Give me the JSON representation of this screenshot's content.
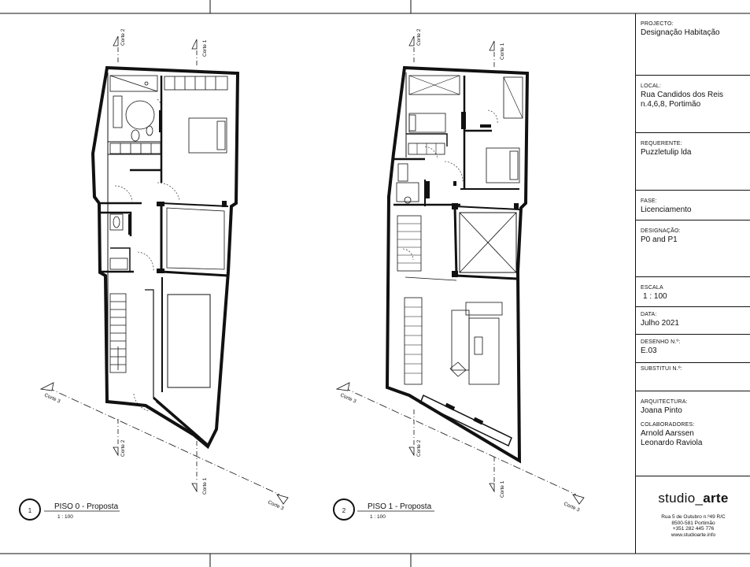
{
  "plans": [
    {
      "number": "1",
      "title": "PISO 0 - Proposta",
      "scale": "1 : 100"
    },
    {
      "number": "2",
      "title": "PISO 1 - Proposta",
      "scale": "1 : 100"
    }
  ],
  "section_markers": {
    "corte1": "Corte 1",
    "corte2": "Corte 2",
    "corte3": "Corte 3"
  },
  "title_block": {
    "projecto_label": "PROJECTO:",
    "projecto_value": "Designação Habitação",
    "local_label": "LOCAL:",
    "local_value": "Rua Candidos dos Reis\nn.4,6,8, Portimão",
    "requerente_label": "REQUERENTE:",
    "requerente_value": "Puzzletulip lda",
    "fase_label": "FASE:",
    "fase_value": "Licenciamento",
    "designacao_label": "DESIGNAÇÃO:",
    "designacao_value": "P0 and P1",
    "escala_label": "ESCALA",
    "escala_value": "1 : 100",
    "data_label": "DATA:",
    "data_value": "Julho 2021",
    "desenho_label": "DESENHO N.º:",
    "desenho_value": "E.03",
    "substitui_label": "SUBSTITUI N.º:",
    "substitui_value": "",
    "arquitectura_label": "ARQUITECTURA:",
    "arquitectura_value": "Joana Pinto",
    "colaboradores_label": "COLABORADORES:",
    "colaboradores_value": "Arnold Aarssen\nLeonardo Raviola",
    "firm_name_1": "studio",
    "firm_name_sep": "_",
    "firm_name_2": "arte",
    "firm_address": "Rua 5 de Outubro n.º49 R/C\n8500-581 Portimão\n+351 282 445 776\nwww.studioarte.info"
  }
}
